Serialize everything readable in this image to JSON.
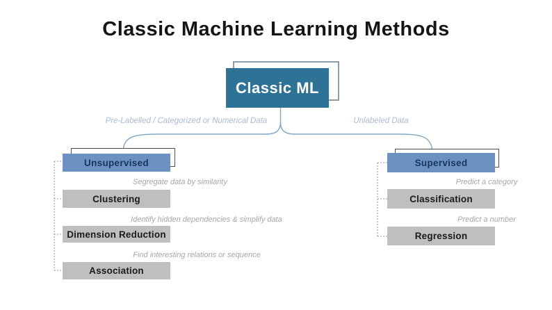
{
  "title": "Classic Machine Learning Methods",
  "root": {
    "label": "Classic ML"
  },
  "branches": {
    "left_label": "Pre-Labelled /  Categorized or Numerical Data",
    "right_label": "Unlabeled Data"
  },
  "left": {
    "header": "Unsupervised",
    "items": [
      {
        "caption": "Segregate data by similarity",
        "label": "Clustering"
      },
      {
        "caption": "Identify hidden dependencies & simplify data",
        "label": "Dimension Reduction"
      },
      {
        "caption": "Find interesting relations or sequence",
        "label": "Association"
      }
    ]
  },
  "right": {
    "header": "Supervised",
    "items": [
      {
        "caption": "Predict a category",
        "label": "Classification"
      },
      {
        "caption": "Predict a number",
        "label": "Regression"
      }
    ]
  },
  "colors": {
    "root_fill": "#2E7396",
    "root_text": "#FFFFFF",
    "branch_fill": "#6C92C3",
    "branch_text": "#17365D",
    "leaf_fill": "#C1BFBD",
    "leaf_text": "#1A1A1A",
    "caption_text": "#A6A6A6",
    "connector_line": "#84A7C3",
    "connector_label": "#A9BCD4",
    "dotted_line": "#9C9C9C",
    "shadow_border_root": "#8C9EAC",
    "shadow_border_branch": "#4D4D4D"
  }
}
